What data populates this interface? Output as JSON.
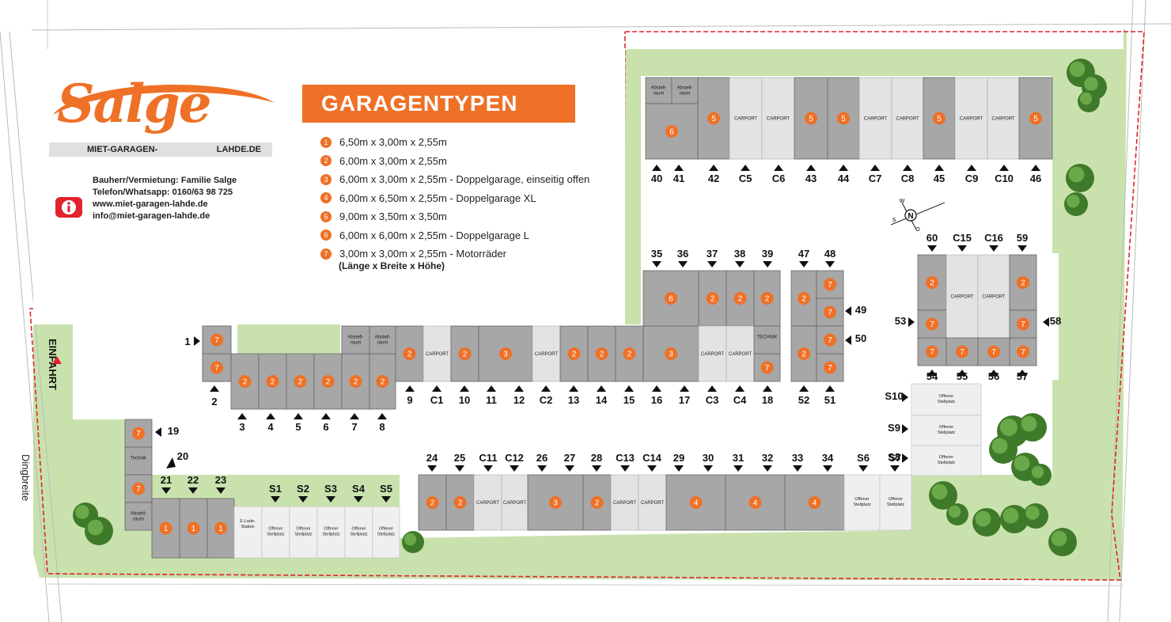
{
  "brand": {
    "logo_text": "Salge",
    "bar_left": "MIET-GARAGEN-",
    "bar_right": "LAHDE.DE"
  },
  "contact": {
    "line1": "Bauherr/Vermietung: Familie Salge",
    "line2": "Telefon/Whatsapp: 0160/63 98 725",
    "line3": "www.miet-garagen-lahde.de",
    "line4": "info@miet-garagen-lahde.de"
  },
  "legend": {
    "title": "GARAGENTYPEN",
    "types": [
      {
        "num": "1",
        "text": "6,50m x 3,00m x 2,55m"
      },
      {
        "num": "2",
        "text": "6,00m x 3,00m x 2,55m"
      },
      {
        "num": "3",
        "text": "6,00m x 3,00m x 2,55m - Doppelgarage, einseitig offen"
      },
      {
        "num": "4",
        "text": "6,00m x 6,50m x 2,55m - Doppelgarage XL"
      },
      {
        "num": "5",
        "text": "9,00m x 3,50m x 3,50m"
      },
      {
        "num": "6",
        "text": "6,00m x 6,00m x 2,55m - Doppelgarage L"
      },
      {
        "num": "7",
        "text": "3,00m x 3,00m x 2,55m - Motorräder"
      }
    ],
    "note": "(Länge x Breite x Höhe)"
  },
  "labels": {
    "einfahrt": "EINFAHRT",
    "street": "Dingbreite",
    "carport": "CARPORT",
    "abstellraum_1": "Abstell-",
    "abstellraum_2": "raum",
    "technik_upper": "TECHNIK",
    "technik": "Technik",
    "eladestation_1": "E-Lade-",
    "eladestation_2": "Station",
    "offener_1": "Offener",
    "offener_2": "Stellplatz"
  },
  "compass": {
    "n": "N",
    "s": "S",
    "w": "W",
    "o": "O"
  },
  "colors": {
    "accent": "#ee7127",
    "garage": "#a7a7a8",
    "carport": "#e3e3e3",
    "lawn": "#c9e2ad",
    "boundary": "#e0232c"
  }
}
